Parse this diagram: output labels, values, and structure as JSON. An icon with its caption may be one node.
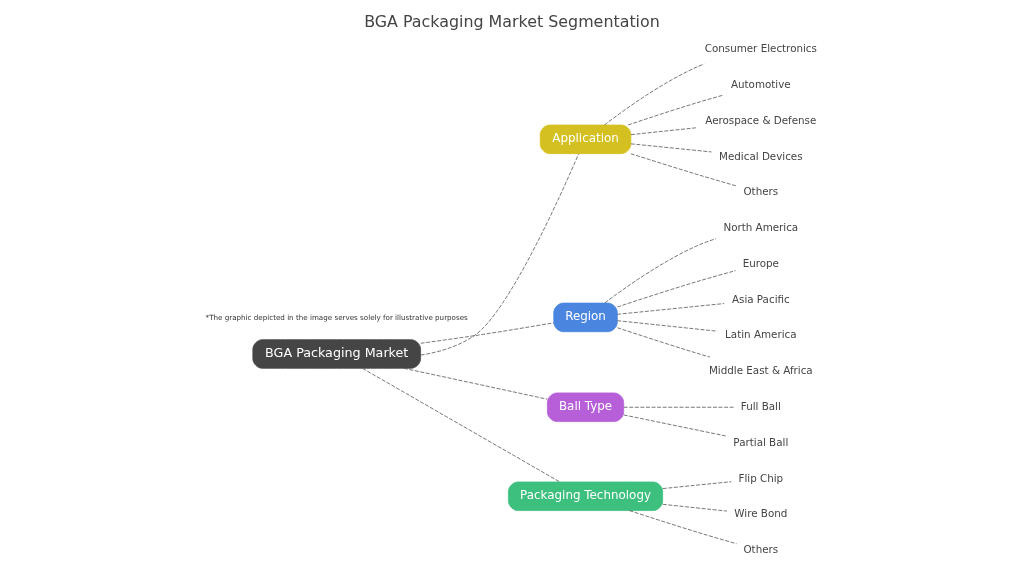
{
  "diagram": {
    "title": "BGA Packaging Market Segmentation",
    "nodes": [
      {
        "text": [
          "BGA Packaging Market"
        ]
      },
      {
        "text": [
          "Application"
        ]
      },
      {
        "text": [
          "Consumer Electronics"
        ]
      },
      {
        "text": [
          "Automotive"
        ]
      },
      {
        "text": [
          "Aerospace & Defense"
        ]
      },
      {
        "text": [
          "Medical Devices"
        ]
      },
      {
        "text": [
          "Others"
        ]
      },
      {
        "text": [
          "Region"
        ]
      },
      {
        "text": [
          "North America"
        ]
      },
      {
        "text": [
          "Europe"
        ]
      },
      {
        "text": [
          "Asia Pacific"
        ]
      },
      {
        "text": [
          "Latin America"
        ]
      },
      {
        "text": [
          "Middle East & Africa"
        ]
      },
      {
        "text": [
          "Ball Type"
        ]
      },
      {
        "text": [
          "Full Ball"
        ]
      },
      {
        "text": [
          "Partial Ball"
        ]
      },
      {
        "text": [
          "Packaging Technology"
        ]
      },
      {
        "text": [
          "Flip Chip"
        ]
      },
      {
        "text": [
          "Wire Bond"
        ]
      },
      {
        "text": [
          "Others"
        ]
      }
    ],
    "edges": [
      {
        "from": 0,
        "to": 1,
        "arrow": "none",
        "style": "dashed"
      },
      {
        "from": 1,
        "to": 2,
        "arrow": "none",
        "style": "dashed"
      },
      {
        "from": 1,
        "to": 3,
        "arrow": "none",
        "style": "dashed"
      },
      {
        "from": 1,
        "to": 4,
        "arrow": "none",
        "style": "dashed"
      },
      {
        "from": 1,
        "to": 5,
        "arrow": "none",
        "style": "dashed"
      },
      {
        "from": 1,
        "to": 6,
        "arrow": "none",
        "style": "dashed"
      },
      {
        "from": 0,
        "to": 7,
        "arrow": "none",
        "style": "dashed"
      },
      {
        "from": 7,
        "to": 8,
        "arrow": "none",
        "style": "dashed"
      },
      {
        "from": 7,
        "to": 9,
        "arrow": "none",
        "style": "dashed"
      },
      {
        "from": 7,
        "to": 10,
        "arrow": "none",
        "style": "dashed"
      },
      {
        "from": 7,
        "to": 11,
        "arrow": "none",
        "style": "dashed"
      },
      {
        "from": 7,
        "to": 12,
        "arrow": "none",
        "style": "dashed"
      },
      {
        "from": 0,
        "to": 13,
        "arrow": "none",
        "style": "dashed"
      },
      {
        "from": 13,
        "to": 14,
        "arrow": "none",
        "style": "dashed"
      },
      {
        "from": 13,
        "to": 15,
        "arrow": "none",
        "style": "dashed"
      },
      {
        "from": 0,
        "to": 16,
        "arrow": "none",
        "style": "dashed"
      },
      {
        "from": 16,
        "to": 17,
        "arrow": "none",
        "style": "dashed"
      },
      {
        "from": 16,
        "to": 18,
        "arrow": "none",
        "style": "dashed"
      },
      {
        "from": 16,
        "to": 19,
        "arrow": "none",
        "style": "dashed"
      }
    ],
    "labels": [
      "*The graphic depicted in the image serves solely for illustrative purposes"
    ]
  }
}
